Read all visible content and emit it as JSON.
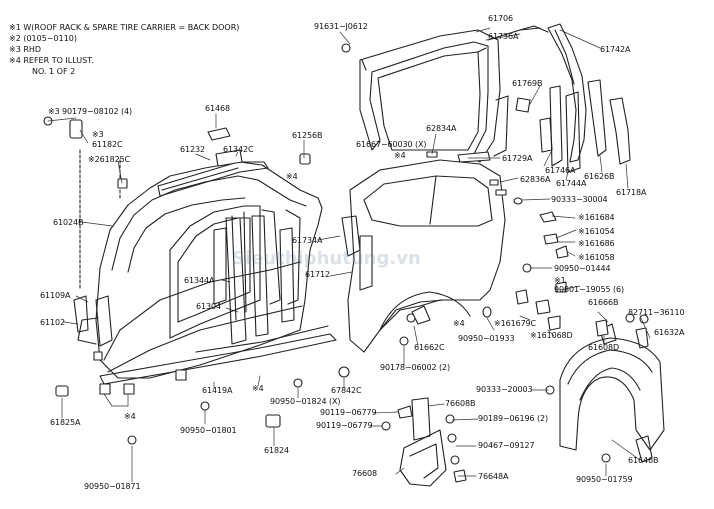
{
  "notes": [
    "※1 W(ROOF RACK & SPARE TIRE CARRIER = BACK DOOR)",
    "※2 (0105−0110)",
    "※3 RHD",
    "※4 REFER TO ILLUST.",
    "NO. 1 OF 2"
  ],
  "watermark": "Sieuthiphutung.vn",
  "parts": [
    {
      "id": "p61706",
      "text": "61706",
      "icon": "window-frame"
    },
    {
      "id": "p91631",
      "text": "91631−J0612",
      "icon": "clip"
    },
    {
      "id": "p61736A",
      "text": "61736A",
      "icon": "pillar"
    },
    {
      "id": "p61742A",
      "text": "61742A",
      "icon": "pillar"
    },
    {
      "id": "p61769B",
      "text": "61769B",
      "icon": "bracket"
    },
    {
      "id": "p61468",
      "text": "61468",
      "icon": "bracket"
    },
    {
      "id": "p90179",
      "text": "※3  90179−08102 (4)",
      "icon": "nut"
    },
    {
      "id": "p61182C_star",
      "text": "※3",
      "icon": ""
    },
    {
      "id": "p61182C",
      "text": "61182C",
      "icon": "bracket"
    },
    {
      "id": "p261825C",
      "text": "※261825C",
      "icon": "plug"
    },
    {
      "id": "p61232",
      "text": "61232",
      "icon": "rail"
    },
    {
      "id": "p61342C",
      "text": "61342C",
      "icon": "bracket"
    },
    {
      "id": "p61256B",
      "text": "61256B",
      "icon": "plug"
    },
    {
      "id": "p62834A",
      "text": "62834A",
      "icon": "panel"
    },
    {
      "id": "p61667",
      "text": "61667−60030 (X)",
      "icon": "clip"
    },
    {
      "id": "p4a",
      "text": "※4",
      "icon": ""
    },
    {
      "id": "p61729A",
      "text": "61729A",
      "icon": "panel"
    },
    {
      "id": "p62836A",
      "text": "62836A",
      "icon": "panel"
    },
    {
      "id": "p61746A",
      "text": "61746A",
      "icon": "reinforcement"
    },
    {
      "id": "p61744A",
      "text": "61744A",
      "icon": "reinforcement"
    },
    {
      "id": "p61626B",
      "text": "61626B",
      "icon": "reinforcement"
    },
    {
      "id": "p61718A",
      "text": "61718A",
      "icon": "reinforcement"
    },
    {
      "id": "p4b",
      "text": "※4",
      "icon": ""
    },
    {
      "id": "p61024B",
      "text": "61024B",
      "icon": "side-panel"
    },
    {
      "id": "p90333_30004",
      "text": "90333−30004",
      "icon": "plug"
    },
    {
      "id": "p161684",
      "text": "※161684",
      "icon": "clip"
    },
    {
      "id": "p161054",
      "text": "※161054",
      "icon": "clip"
    },
    {
      "id": "p61734A",
      "text": "61734A",
      "icon": "panel"
    },
    {
      "id": "p161686",
      "text": "※161686",
      "icon": "clip"
    },
    {
      "id": "p161058",
      "text": "※161058",
      "icon": "clip"
    },
    {
      "id": "p61344A",
      "text": "61344A",
      "icon": "pillar"
    },
    {
      "id": "p61712",
      "text": "61712",
      "icon": "quarter-panel"
    },
    {
      "id": "p90950_01444",
      "text": "90950−01444",
      "icon": "plug"
    },
    {
      "id": "p61109A",
      "text": "61109A",
      "icon": "panel"
    },
    {
      "id": "p1star",
      "text": "※1",
      "icon": ""
    },
    {
      "id": "p90801",
      "text": "90801−19055 (6)",
      "icon": "bolt"
    },
    {
      "id": "p61304",
      "text": "61304",
      "icon": "pillar"
    },
    {
      "id": "p61666B",
      "text": "61666B",
      "icon": "bracket"
    },
    {
      "id": "p82711",
      "text": "82711−36110",
      "icon": "clip"
    },
    {
      "id": "p61102",
      "text": "61102",
      "icon": "side-panel"
    },
    {
      "id": "p4c",
      "text": "※4",
      "icon": ""
    },
    {
      "id": "p161679C",
      "text": "※161679C",
      "icon": "clip"
    },
    {
      "id": "p90950_01933",
      "text": "90950−01933",
      "icon": "plug"
    },
    {
      "id": "p161068D",
      "text": "※161068D",
      "icon": "clip"
    },
    {
      "id": "p61632A",
      "text": "61632A",
      "icon": "bracket"
    },
    {
      "id": "p61662C",
      "text": "61662C",
      "icon": "bracket"
    },
    {
      "id": "p61608D",
      "text": "61608D",
      "icon": "wheelhouse"
    },
    {
      "id": "p61608D_",
      "text": "",
      "icon": ""
    },
    {
      "id": "p90178",
      "text": "90178−06002 (2)",
      "icon": "nut"
    },
    {
      "id": "p67842C",
      "text": "67842C",
      "icon": "plug"
    },
    {
      "id": "p61419A",
      "text": "61419A",
      "icon": "rocker"
    },
    {
      "id": "p4d",
      "text": "※4",
      "icon": ""
    },
    {
      "id": "p90333_20003",
      "text": "90333−20003",
      "icon": "plug"
    },
    {
      "id": "p90950_01824",
      "text": "90950−01824 (X)",
      "icon": "plug"
    },
    {
      "id": "p76608B",
      "text": "76608B",
      "icon": "plate"
    },
    {
      "id": "p61825A",
      "text": "61825A",
      "icon": "plug"
    },
    {
      "id": "p90119_a",
      "text": "90119−06779",
      "icon": "bolt"
    },
    {
      "id": "p90189",
      "text": "90189−06196 (2)",
      "icon": "nut"
    },
    {
      "id": "p4e",
      "text": "※4",
      "icon": ""
    },
    {
      "id": "p90950_01801",
      "text": "90950−01801",
      "icon": "plug"
    },
    {
      "id": "p90119_b",
      "text": "90119−06779",
      "icon": "bolt"
    },
    {
      "id": "p90467",
      "text": "90467−09127",
      "icon": "clip"
    },
    {
      "id": "p61824",
      "text": "61824",
      "icon": "plug"
    },
    {
      "id": "p76608",
      "text": "76608",
      "icon": "mudguard"
    },
    {
      "id": "p61646B",
      "text": "61646B",
      "icon": "bracket"
    },
    {
      "id": "p76648A",
      "text": "76648A",
      "icon": "clip"
    },
    {
      "id": "p90950_01871",
      "text": "90950−01871",
      "icon": "plug"
    },
    {
      "id": "p90950_01759",
      "text": "90950−01759",
      "icon": "plug"
    }
  ]
}
